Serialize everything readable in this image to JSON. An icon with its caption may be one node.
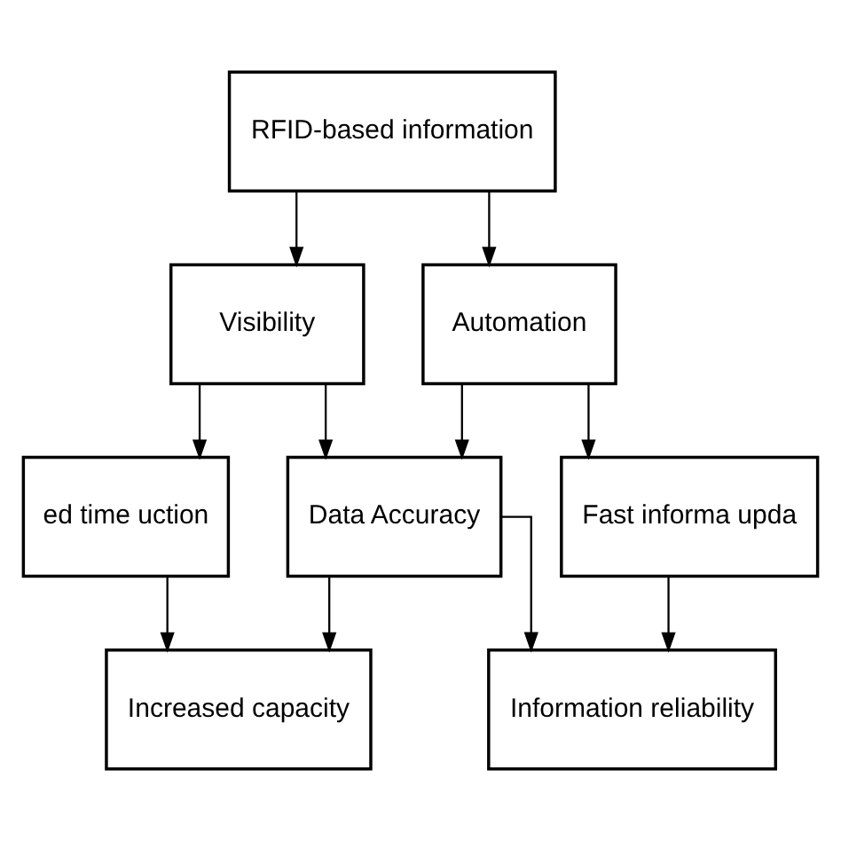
{
  "diagram": {
    "nodes": [
      {
        "text": [
          "RFID-based information"
        ]
      },
      {
        "text": [
          "Visibility"
        ]
      },
      {
        "text": [
          "Automation"
        ]
      },
      {
        "text": [
          "ed time uction"
        ]
      },
      {
        "text": [
          "Data Accuracy"
        ]
      },
      {
        "text": [
          "Fast informa upda"
        ]
      },
      {
        "text": [
          "Increased capacity"
        ]
      },
      {
        "text": [
          "Information reliability"
        ]
      }
    ],
    "edges": [
      {
        "from": 0,
        "to": 1,
        "arrow": "to"
      },
      {
        "from": 0,
        "to": 2,
        "arrow": "to"
      },
      {
        "from": 1,
        "to": 3,
        "arrow": "to"
      },
      {
        "from": 1,
        "to": 4,
        "arrow": "to"
      },
      {
        "from": 2,
        "to": 4,
        "arrow": "to"
      },
      {
        "from": 2,
        "to": 5,
        "arrow": "to"
      },
      {
        "from": 3,
        "to": 6,
        "arrow": "to"
      },
      {
        "from": 4,
        "to": 6,
        "arrow": "to"
      },
      {
        "from": 4,
        "to": 7,
        "arrow": "to"
      },
      {
        "from": 5,
        "to": 7,
        "arrow": "to"
      }
    ]
  }
}
